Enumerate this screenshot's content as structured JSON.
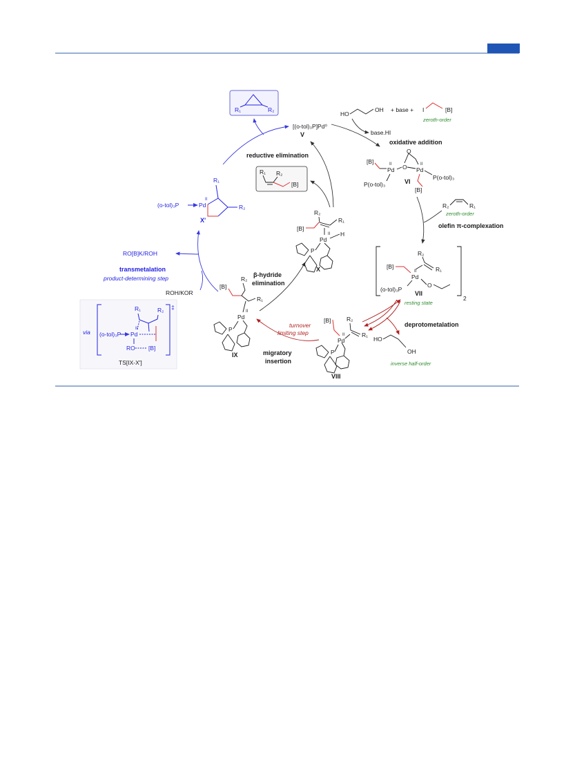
{
  "labels": {
    "v_complex": "[(o-tol)₃P]Pd⁰",
    "v": "V",
    "diol_ho": "HO",
    "diol_oh": "OH",
    "plus_base": "+ base  +",
    "iodide_i": "I",
    "iodide_b": "[B]",
    "zeroth1": "zeroth-order",
    "base_hi": "base.HI",
    "ox_add": "oxidative addition",
    "vi": "VI",
    "vi_b1": "[B]",
    "vi_b2": "[B]",
    "vi_pd1": "Pd",
    "vi_pd2": "Pd",
    "vi_o": "O",
    "vi_o2": "O",
    "vi_p1": "P(o-tol)₃",
    "vi_p2": "P(o-tol)₃",
    "vi_ii1": "II",
    "vi_ii2": "II",
    "olefin_r2": "R₂",
    "olefin_r1": "R₁",
    "zeroth2": "zeroth-order",
    "olefin_pi": "olefin π-complexation",
    "vii": "VII",
    "vii_r2": "R₂",
    "vii_r1": "R₁",
    "vii_b": "[B]",
    "vii_pd": "Pd",
    "vii_p": "(o-tol)₃P",
    "vii_o": "O",
    "vii_sub": "2",
    "vii_ii": "II",
    "resting": "resting state",
    "deprot": "deprotometalation",
    "diol2_ho": "HO",
    "diol2_oh": "OH",
    "inverse": "inverse half-order",
    "viii": "VIII",
    "viii_b": "[B]",
    "viii_r2": "R₂",
    "viii_r1": "R₁",
    "viii_pd": "Pd",
    "viii_p": "P",
    "viii_ii": "II",
    "migratory1": "migratory",
    "migratory2": "insertion",
    "turnover1": "turnover",
    "turnover2": "limiting step",
    "ix": "IX",
    "ix_b": "[B]",
    "ix_r2": "R₂",
    "ix_r1": "R₁",
    "ix_pd": "Pd",
    "ix_p": "P",
    "ix_ii": "II",
    "beta1": "β-hydride",
    "beta2": "elimination",
    "x": "X",
    "x_b": "[B]",
    "x_r2": "R₂",
    "x_r1": "R₁",
    "x_pd": "Pd",
    "x_h": "H",
    "x_p": "P",
    "x_ii": "II",
    "alkene_r1": "R₁",
    "alkene_r2": "R₂",
    "alkene_b": "[B]",
    "red_elim": "reductive elimination",
    "prod_r1": "R₁",
    "prod_r2": "R₂",
    "xp": "X'",
    "xp_r1": "R₁",
    "xp_r2": "R₂",
    "xp_pd": "Pd",
    "xp_p": "(o-tol)₃P",
    "xp_ii": "II",
    "ro_b_k": "RO[B]K/ROH",
    "transmet": "transmetalation",
    "product_det": "product-determining step",
    "roh_kor": "ROH/KOR",
    "via": "via",
    "ts_r1": "R₁",
    "ts_r2": "R₂",
    "ts_pd": "Pd",
    "ts_p": "(o-tol)₃P",
    "ts_ro": "RO",
    "ts_b": "[B]",
    "ts_ii": "II",
    "ts_dagger": "‡",
    "ts_label": "TS[IX-X']"
  },
  "colors": {
    "header_rule": "#2f5fa8",
    "header_tab": "#1f56b5",
    "blue_text": "#2323e0",
    "red_bond": "#e03030",
    "green_text": "#2e8b2e",
    "dark_red": "#b01e1e"
  }
}
